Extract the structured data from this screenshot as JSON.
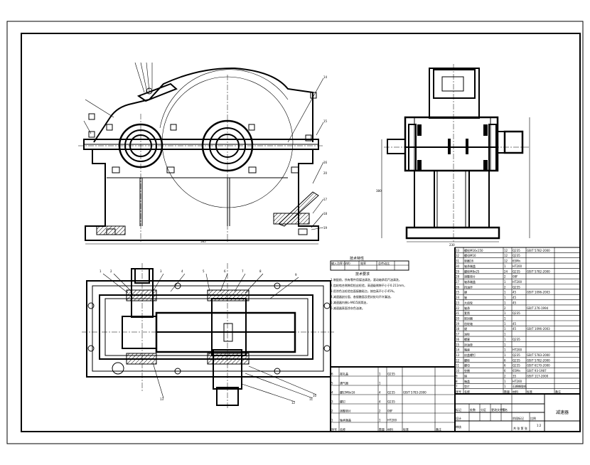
{
  "technical_specs": {
    "title": "技术特性",
    "headers": [
      "输入功率 (kW)",
      "输入转速 (r/min)",
      "效率",
      "总传动比",
      "传动特性"
    ],
    "row": [
      "",
      "",
      "",
      "",
      ""
    ]
  },
  "technical_requirements": {
    "title": "技术要求",
    "lines": [
      "1.装配前，所有零件用煤油清洗，滚动轴承用汽油清洗，",
      "2.齿轮啮合侧隙用铅丝检验，高速级侧隙不小于0.211mm，",
      "3.用涂色法检验齿面接触斑点，按齿高不小于45%，",
      "4.减速器剖分面、各接触面及密封处均不许漏油，",
      "5.减速器内装L-AN15润滑油，",
      "6.减速器表面涂灰色油漆。"
    ]
  },
  "parts_right": {
    "rows": [
      {
        "no": "33",
        "name": "螺栓M16x150",
        "qty": "12",
        "mat": "Q235",
        "std": "GB/T 5782-2000",
        "note": ""
      },
      {
        "no": "32",
        "name": "螺母M16",
        "qty": "12",
        "mat": "Q235",
        "std": "",
        "note": ""
      },
      {
        "no": "31",
        "name": "垫圈16",
        "qty": "12",
        "mat": "65Mn",
        "std": "",
        "note": ""
      },
      {
        "no": "30",
        "name": "轴承端盖",
        "qty": "1",
        "mat": "HT200",
        "std": "",
        "note": ""
      },
      {
        "no": "29",
        "name": "螺栓M8x25",
        "qty": "24",
        "mat": "Q235",
        "std": "GB/T 5782-2000",
        "note": ""
      },
      {
        "no": "28",
        "name": "调整垫片",
        "qty": "2",
        "mat": "08F",
        "std": "",
        "note": ""
      },
      {
        "no": "27",
        "name": "轴承端盖",
        "qty": "1",
        "mat": "HT200",
        "std": "",
        "note": ""
      },
      {
        "no": "26",
        "name": "挡油环",
        "qty": "2",
        "mat": "Q235",
        "std": "",
        "note": ""
      },
      {
        "no": "25",
        "name": "键",
        "qty": "1",
        "mat": "45",
        "std": "GB/T 1096-2003",
        "note": ""
      },
      {
        "no": "24",
        "name": "轴",
        "qty": "1",
        "mat": "45",
        "std": "",
        "note": ""
      },
      {
        "no": "23",
        "name": "大齿轮",
        "qty": "1",
        "mat": "45",
        "std": "",
        "note": ""
      },
      {
        "no": "22",
        "name": "轴承",
        "qty": "2",
        "mat": "",
        "std": "GB/T 276-1994",
        "note": ""
      },
      {
        "no": "21",
        "name": "套筒",
        "qty": "1",
        "mat": "Q235",
        "std": "",
        "note": ""
      },
      {
        "no": "20",
        "name": "密封圈",
        "qty": "1",
        "mat": "",
        "std": "",
        "note": ""
      },
      {
        "no": "19",
        "name": "齿轮轴",
        "qty": "1",
        "mat": "45",
        "std": "",
        "note": ""
      },
      {
        "no": "18",
        "name": "键",
        "qty": "1",
        "mat": "45",
        "std": "GB/T 1096-2003",
        "note": ""
      },
      {
        "no": "17",
        "name": "油标",
        "qty": "1",
        "mat": "",
        "std": "",
        "note": ""
      },
      {
        "no": "16",
        "name": "螺塞",
        "qty": "1",
        "mat": "Q235",
        "std": "",
        "note": ""
      },
      {
        "no": "15",
        "name": "封油垫",
        "qty": "1",
        "mat": "",
        "std": "",
        "note": ""
      },
      {
        "no": "14",
        "name": "箱座",
        "qty": "1",
        "mat": "HT200",
        "std": "",
        "note": ""
      },
      {
        "no": "13",
        "name": "启盖螺钉",
        "qty": "1",
        "mat": "Q235",
        "std": "GB/T 5783-2000",
        "note": ""
      },
      {
        "no": "12",
        "name": "螺栓",
        "qty": "6",
        "mat": "Q235",
        "std": "GB/T 5782-2000",
        "note": ""
      },
      {
        "no": "11",
        "name": "螺母",
        "qty": "6",
        "mat": "Q235",
        "std": "GB/T 6170-2000",
        "note": ""
      },
      {
        "no": "10",
        "name": "垫圈",
        "qty": "6",
        "mat": "65Mn",
        "std": "GB/T 93-1987",
        "note": ""
      },
      {
        "no": "9",
        "name": "销",
        "qty": "2",
        "mat": "35",
        "std": "GB/T 117-2000",
        "note": ""
      },
      {
        "no": "8",
        "name": "箱盖",
        "qty": "1",
        "mat": "HT200",
        "std": "",
        "note": ""
      },
      {
        "no": "7",
        "name": "垫片",
        "qty": "1",
        "mat": "石棉橡胶纸",
        "std": "",
        "note": ""
      }
    ],
    "header": [
      "序号",
      "名称",
      "数量",
      "材料",
      "标准",
      "备注"
    ]
  },
  "parts_left": {
    "rows": [
      {
        "no": "6",
        "name": "视孔盖",
        "qty": "1",
        "mat": "Q235",
        "std": "",
        "note": ""
      },
      {
        "no": "5",
        "name": "通气器",
        "qty": "1",
        "mat": "",
        "std": "",
        "note": ""
      },
      {
        "no": "4",
        "name": "螺钉M6x16",
        "qty": "4",
        "mat": "Q235",
        "std": "GB/T 5783-2000",
        "note": ""
      },
      {
        "no": "3",
        "name": "螺钉",
        "qty": "4",
        "mat": "Q235",
        "std": "",
        "note": ""
      },
      {
        "no": "2",
        "name": "调整垫片",
        "qty": "2",
        "mat": "08F",
        "std": "",
        "note": ""
      },
      {
        "no": "1",
        "name": "轴承端盖",
        "qty": "1",
        "mat": "HT200",
        "std": "",
        "note": ""
      }
    ]
  },
  "title_block": {
    "drawing_name": "减速器",
    "scale": "1:2",
    "sheet_labels": [
      "标记",
      "处数",
      "分区",
      "更改文件号",
      "签名",
      "年月日"
    ],
    "roles": [
      "设计",
      "审核",
      "工艺",
      "批准"
    ],
    "stage_labels": [
      "阶段标记",
      "重量",
      "比例"
    ],
    "page": "共 张 第 张"
  },
  "views": {
    "front": "front-view",
    "side": "side-view",
    "top": "top-view"
  },
  "dimensions": {
    "front_width": "585",
    "side_height": "380",
    "side_width": "230"
  },
  "balloons_top": [
    "1",
    "2",
    "3",
    "4",
    "5",
    "6",
    "7",
    "8",
    "9",
    "10",
    "11",
    "12",
    "13"
  ],
  "balloons_right": [
    "14",
    "15",
    "16",
    "17",
    "18",
    "19",
    "20"
  ]
}
